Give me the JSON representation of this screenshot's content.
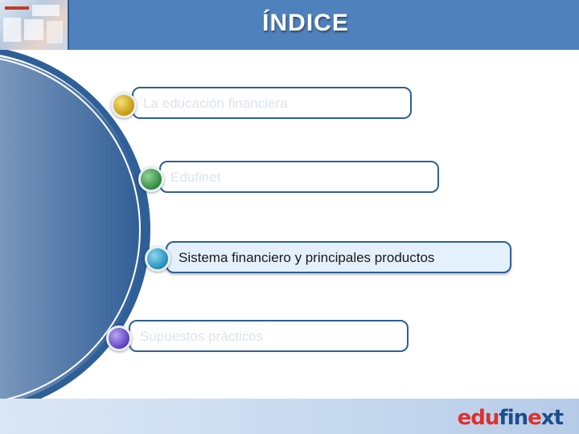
{
  "header": {
    "title": "ÍNDICE"
  },
  "items": [
    {
      "label": "La educación financiera",
      "state": "inactive"
    },
    {
      "label": "Edufinet",
      "state": "inactive"
    },
    {
      "label": "Sistema financiero y principales productos",
      "state": "active"
    },
    {
      "label": "Supuestos prácticos",
      "state": "inactive"
    }
  ],
  "footer": {
    "logo_parts": [
      "edu",
      "fin",
      "e",
      "xt"
    ]
  },
  "colors": {
    "header": "#4f81bd",
    "ring": "#2e5f97",
    "active_bg": "#e4f0fb"
  }
}
